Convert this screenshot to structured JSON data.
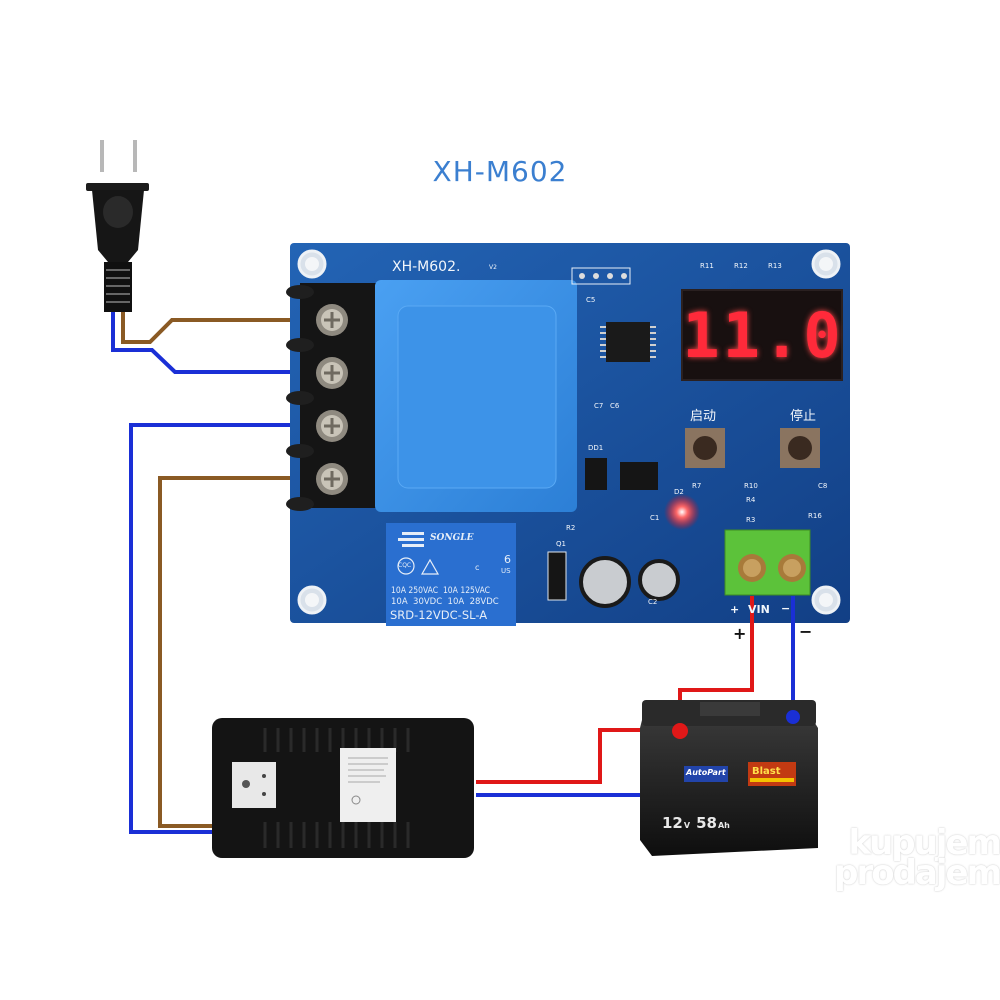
{
  "title": "XH-M602",
  "board": {
    "silk_model": "XH-M602.",
    "silk_version": "V2",
    "display_value": "11.0",
    "start_label": "启动",
    "stop_label": "停止",
    "vin_plus": "+",
    "vin_label": "VIN",
    "vin_minus": "−",
    "component_labels": [
      "R11",
      "R12",
      "R13",
      "C5",
      "C7",
      "C6",
      "R10",
      "R4",
      "R3",
      "R16",
      "C8",
      "R7",
      "R2",
      "C1",
      "D2",
      "Q1",
      "C2",
      "DD1"
    ],
    "relay": {
      "brand": "SONGLE",
      "rating_1": "10A 250VAC  10A 125VAC",
      "rating_2": "10A  30VDC  10A  28VDC",
      "model": "SRD-12VDC-SL-A",
      "ul_number": "6",
      "ul_us": "US",
      "ul_c": "c",
      "cqc": "CQC"
    }
  },
  "polarity": {
    "plus": "+",
    "minus": "−"
  },
  "battery": {
    "voltage": "12",
    "voltage_unit": "V",
    "capacity": "58",
    "capacity_unit": "Ah",
    "brand": "AutoPart",
    "badge": "Blast"
  },
  "watermark": {
    "line1": "kupujem",
    "line2": "prodajem"
  },
  "colors": {
    "title": "#3b7fd0",
    "pcb": "#1a4f9a",
    "wire_brown": "#8a5a24",
    "wire_blue": "#1a2fd6",
    "wire_red": "#e01818",
    "display": "#ff2a3a",
    "terminal_green": "#5cc23a"
  }
}
